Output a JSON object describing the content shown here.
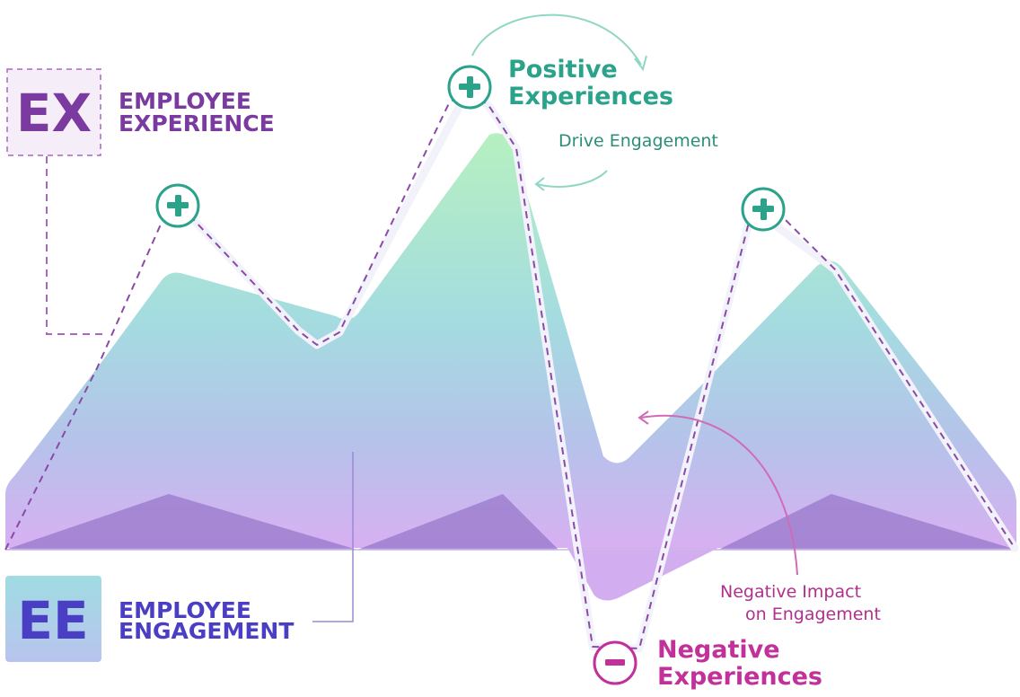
{
  "ex": {
    "abbr": "EX",
    "line1": "EMPLOYEE",
    "line2": "EXPERIENCE",
    "color": "#7a3aa0"
  },
  "ee": {
    "abbr": "EE",
    "line1": "EMPLOYEE",
    "line2": "ENGAGEMENT",
    "color": "#4a3fc4"
  },
  "positive": {
    "line1": "Positive",
    "line2": "Experiences",
    "note": "Drive Engagement",
    "symbol": "+",
    "color": "#2aa38a"
  },
  "negative": {
    "line1": "Negative",
    "line2": "Experiences",
    "note_line1": "Negative Impact",
    "note_line2": "on Engagement",
    "symbol": "–",
    "color": "#c2309a"
  },
  "icons": {
    "plus": "plus-circle-icon",
    "minus": "minus-circle-icon"
  }
}
